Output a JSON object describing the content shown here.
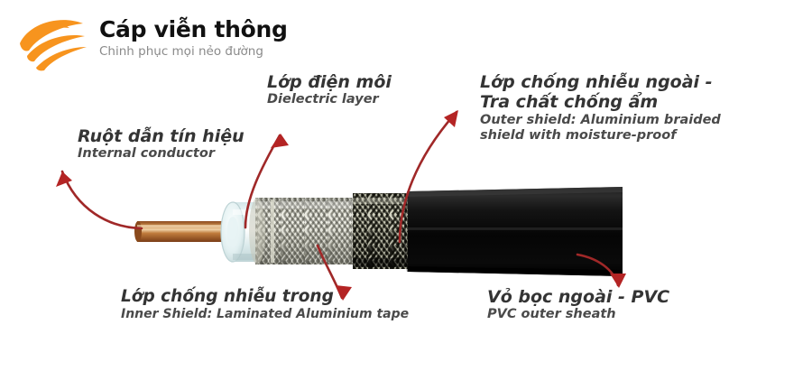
{
  "logo": {
    "title": "Cáp viễn thông",
    "tagline": "Chinh phục mọi nẻo đường",
    "mark_name": "orange-swoosh-logo",
    "colors": {
      "mark": "#F7941E",
      "title": "#111111",
      "tagline": "#8A8A8A"
    }
  },
  "diagram": {
    "title": "Coaxial cable cross-section cutaway",
    "arrow_color": "#B22222",
    "callouts": [
      {
        "id": "internal-conductor",
        "vi": "Ruột dẫn tín hiệu",
        "en": "Internal conductor",
        "points_to": "copper-center-conductor"
      },
      {
        "id": "dielectric",
        "vi": "Lớp điện môi",
        "en": "Dielectric layer",
        "points_to": "dielectric-insulator"
      },
      {
        "id": "outer-shield",
        "vi": "Lớp chống nhiễu ngoài -",
        "vi2": "Tra chất chống ẩm",
        "en": "Outer shield: Aluminium braided",
        "en2": "shield with moisture-proof",
        "points_to": "braided-shield"
      },
      {
        "id": "inner-shield",
        "vi": "Lớp chống nhiễu trong",
        "en": "Inner Shield: Laminated Aluminium tape",
        "points_to": "laminated-tape"
      },
      {
        "id": "pvc-sheath",
        "vi": "Vỏ bọc ngoài - PVC",
        "en": "PVC outer sheath",
        "points_to": "black-pvc-jacket"
      }
    ],
    "layers": {
      "conductor_color": "#B5702F",
      "dielectric_color": "#E8F2F2",
      "braid_color": "#9A9A8E",
      "jacket_color": "#0A0A0A"
    }
  }
}
